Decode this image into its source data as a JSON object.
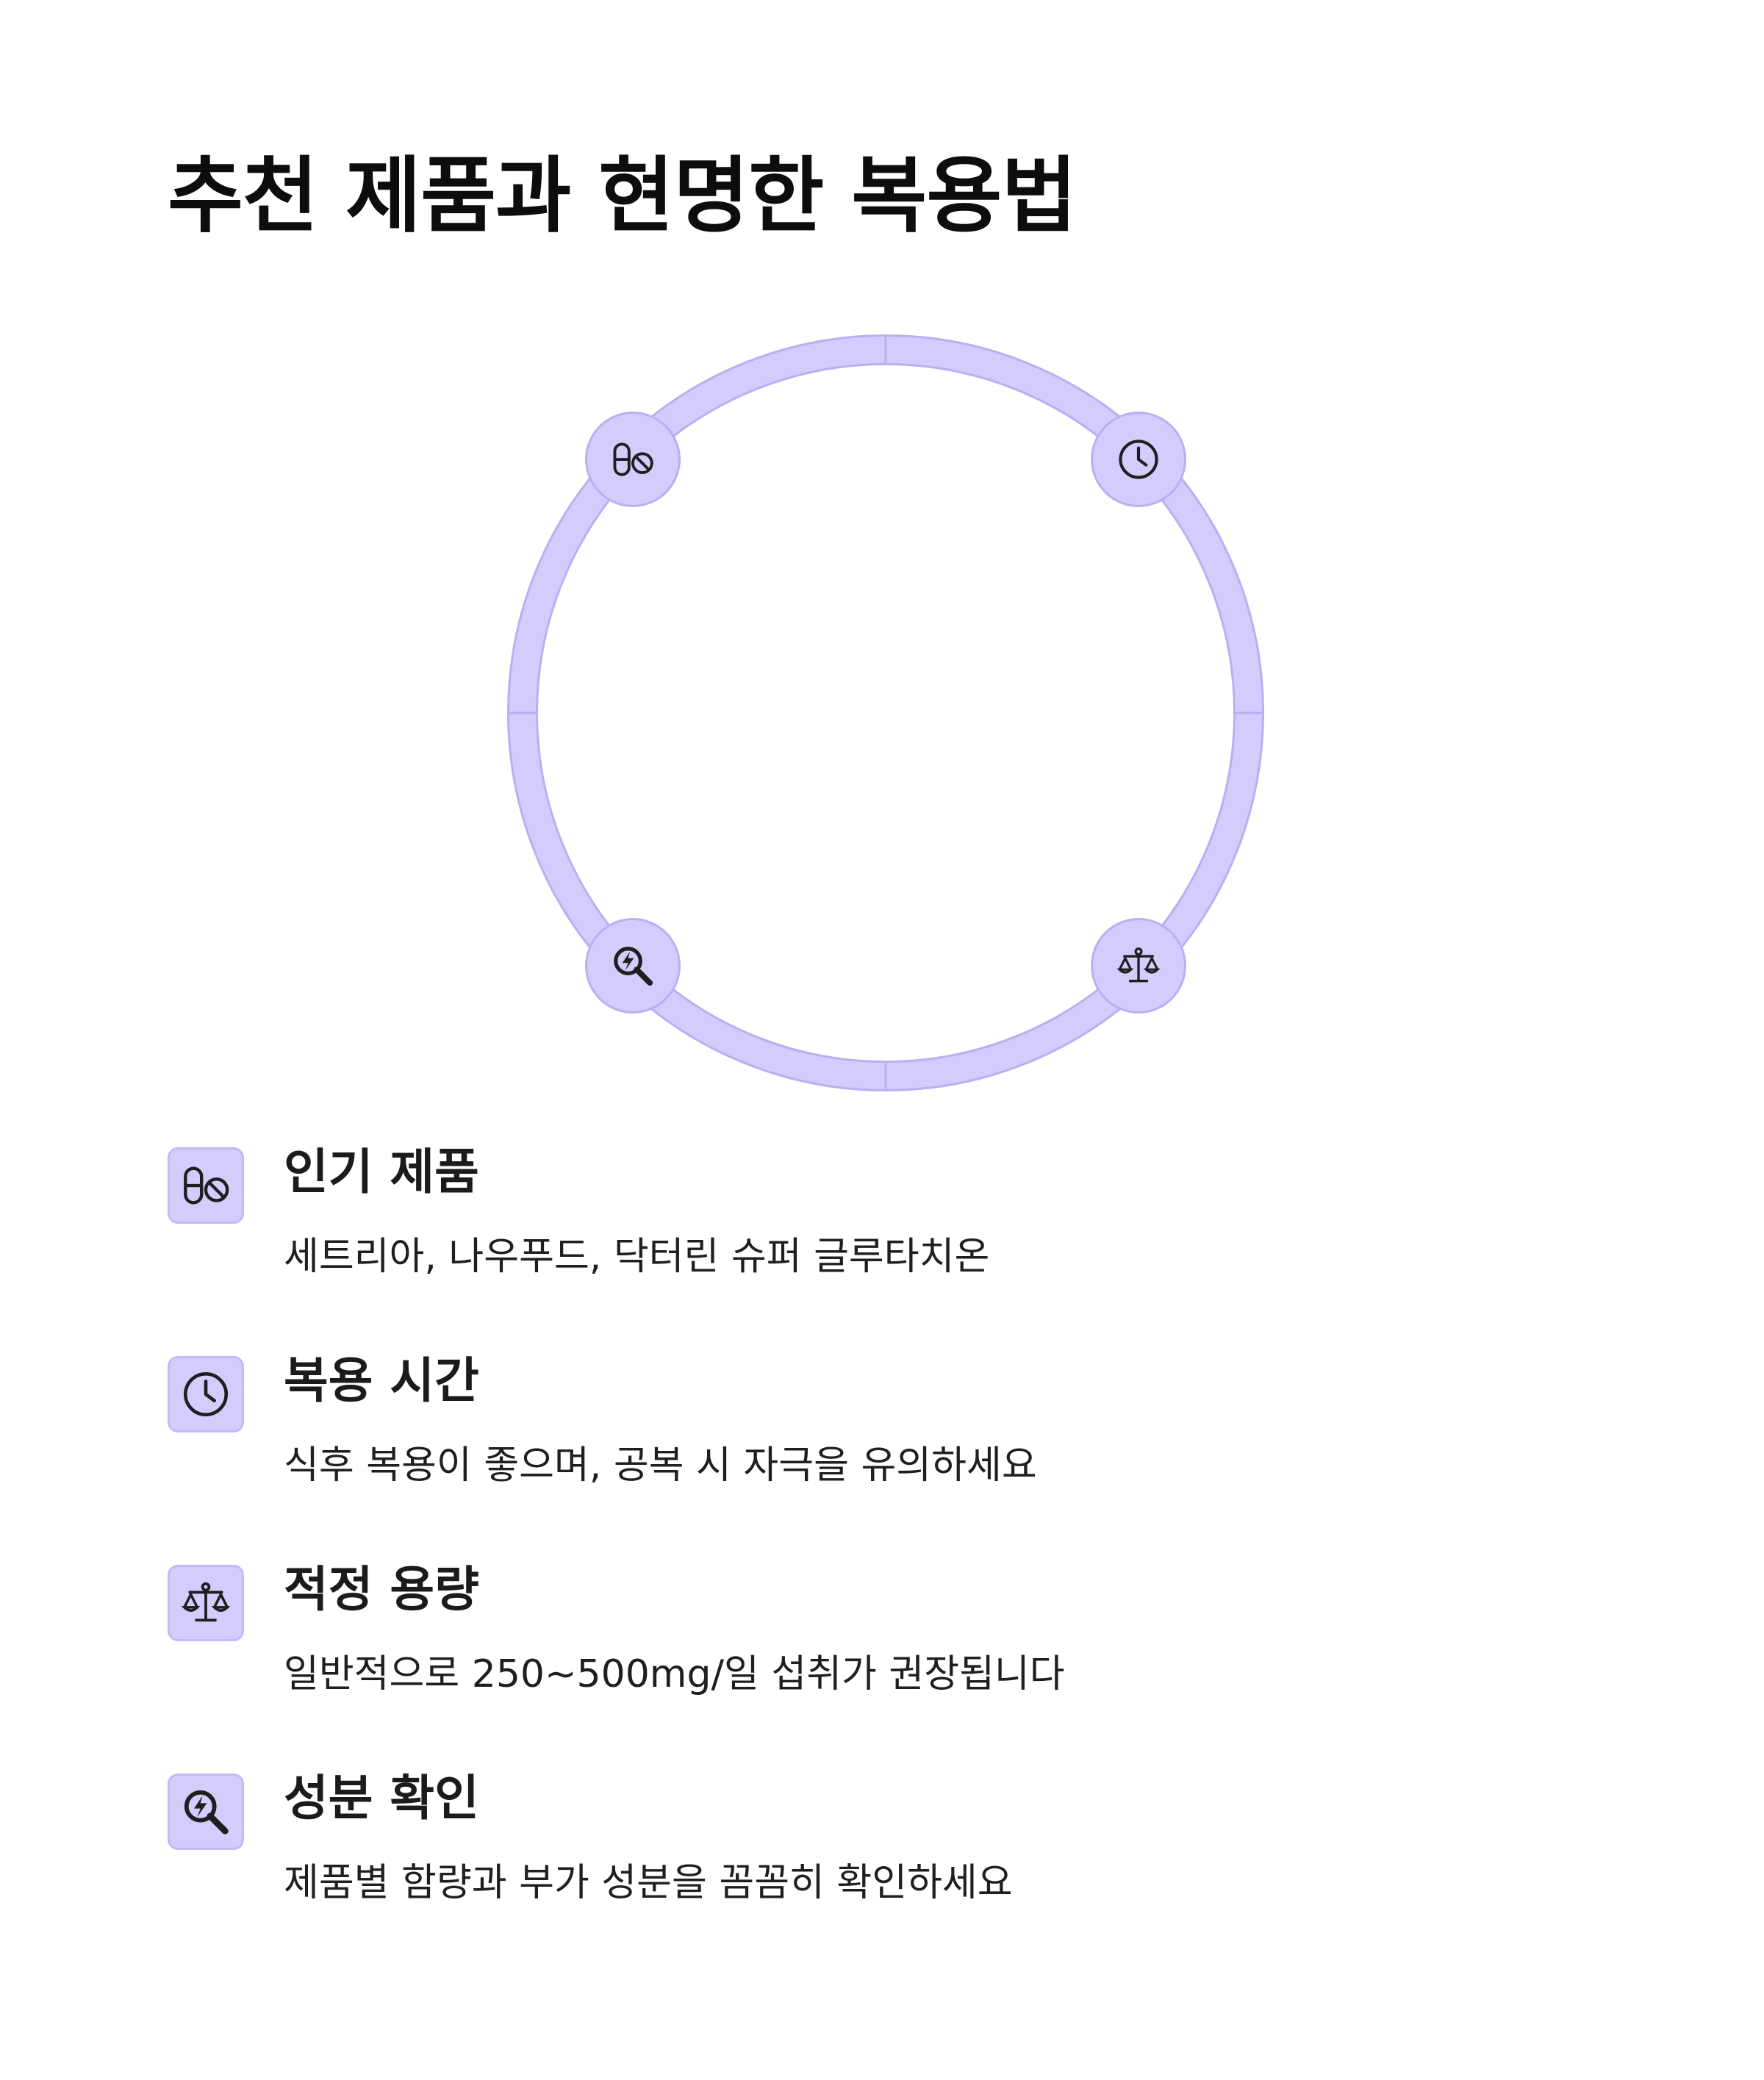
{
  "title": "추천 제품과 현명한 복용법",
  "colors": {
    "accent": "#d4ccfd",
    "accent_border": "#b9aff2",
    "icon_stroke": "#1f1f1f",
    "text": "#111111"
  },
  "items": [
    {
      "icon": "pill-icon",
      "title": "인기 제품",
      "description": "세트리아, 나우푸드, 닥터린 슈퍼 글루타치온"
    },
    {
      "icon": "clock-icon",
      "title": "복용 시간",
      "description": "식후 복용이 좋으며, 공복 시 자극을 유의하세요"
    },
    {
      "icon": "scale-icon",
      "title": "적정 용량",
      "description": "일반적으로 250~500mg/일 섭취가 권장됩니다"
    },
    {
      "icon": "search-icon",
      "title": "성분 확인",
      "description": "제품별 함량과 부가 성분을 꼼꼼히 확인하세요"
    }
  ]
}
